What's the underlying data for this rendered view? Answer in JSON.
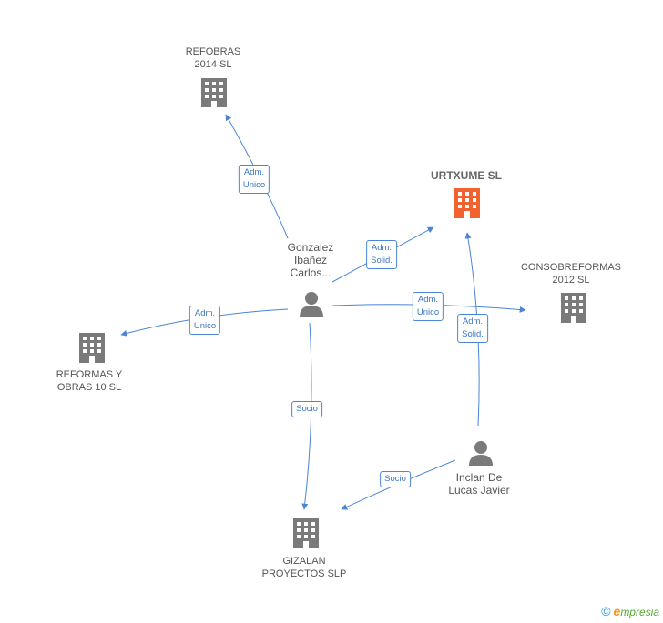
{
  "colors": {
    "edge": "#4a86d4",
    "company": "#7a7a7a",
    "focus_company": "#f0632f",
    "person": "#7a7a7a"
  },
  "nodes": [
    {
      "id": "refobras",
      "type": "company",
      "icon": "building-icon",
      "lines": [
        "REFOBRAS",
        "2014  SL"
      ]
    },
    {
      "id": "urtxume",
      "type": "focus-company",
      "icon": "building-icon",
      "lines": [
        "URTXUME SL"
      ]
    },
    {
      "id": "consobreformas",
      "type": "company",
      "icon": "building-icon",
      "lines": [
        "CONSOBREFORMAS",
        "2012 SL"
      ]
    },
    {
      "id": "gonzalez",
      "type": "person",
      "icon": "person-icon",
      "lines": [
        "Gonzalez",
        "Ibañez",
        "Carlos..."
      ]
    },
    {
      "id": "reformas",
      "type": "company",
      "icon": "building-icon",
      "lines": [
        "REFORMAS Y",
        "OBRAS 10 SL"
      ]
    },
    {
      "id": "inclan",
      "type": "person",
      "icon": "person-icon",
      "lines": [
        "Inclan De",
        "Lucas Javier"
      ]
    },
    {
      "id": "gizalan",
      "type": "company",
      "icon": "building-icon",
      "lines": [
        "GIZALAN",
        "PROYECTOS SLP"
      ]
    }
  ],
  "edges": [
    {
      "id": "gonzalez-refobras",
      "lines": [
        "Adm.",
        "Unico"
      ]
    },
    {
      "id": "gonzalez-urtxume",
      "lines": [
        "Adm.",
        "Solid."
      ]
    },
    {
      "id": "gonzalez-consobreformas",
      "lines": [
        "Adm.",
        "Unico"
      ]
    },
    {
      "id": "gonzalez-reformas",
      "lines": [
        "Adm.",
        "Unico"
      ]
    },
    {
      "id": "gonzalez-gizalan",
      "lines": [
        "Socio"
      ]
    },
    {
      "id": "inclan-urtxume",
      "lines": [
        "Adm.",
        "Solid."
      ]
    },
    {
      "id": "inclan-gizalan",
      "lines": [
        "Socio"
      ]
    }
  ],
  "footer": {
    "copyright": "©",
    "brand_initial": "e",
    "brand_rest": "mpresia"
  }
}
